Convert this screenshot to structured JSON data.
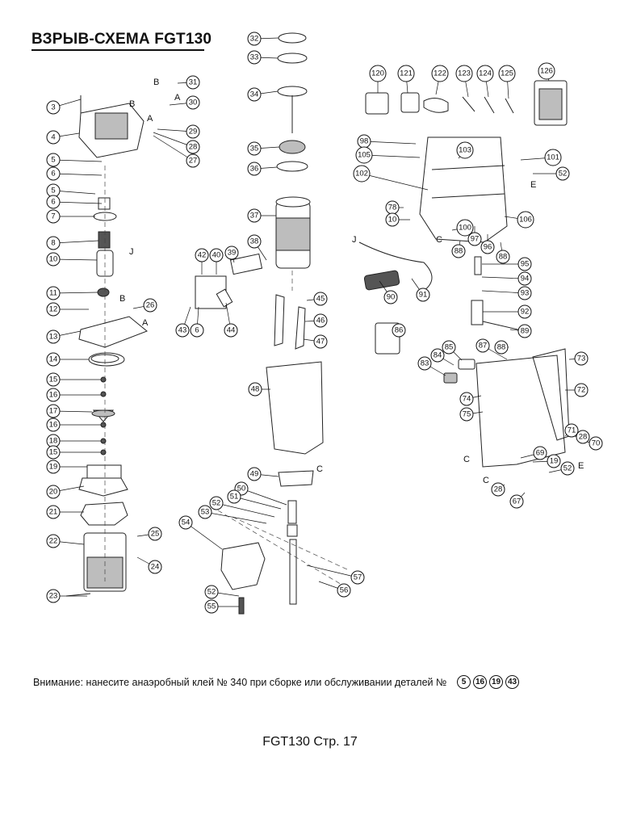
{
  "title": "ВЗРЫВ-СХЕМА FGT130",
  "warning": {
    "text": "Внимание: нанесите анаэробный клей № 340 при сборке или обслуживании деталей №",
    "parts": [
      "5",
      "16",
      "19",
      "43"
    ]
  },
  "footer": "FGT130 Стр. 17",
  "parts": [
    "3",
    "4",
    "5",
    "6",
    "7",
    "8",
    "10",
    "11",
    "12",
    "13",
    "14",
    "15",
    "16",
    "17",
    "18",
    "19",
    "20",
    "21",
    "22",
    "23",
    "24",
    "25",
    "26",
    "27",
    "28",
    "29",
    "30",
    "31",
    "32",
    "33",
    "34",
    "35",
    "36",
    "37",
    "38",
    "39",
    "40",
    "42",
    "43",
    "44",
    "45",
    "46",
    "47",
    "48",
    "49",
    "50",
    "51",
    "52",
    "53",
    "54",
    "55",
    "56",
    "57",
    "67",
    "69",
    "70",
    "71",
    "72",
    "73",
    "74",
    "75",
    "78",
    "83",
    "84",
    "85",
    "86",
    "87",
    "88",
    "89",
    "90",
    "91",
    "92",
    "93",
    "94",
    "95",
    "96",
    "97",
    "98",
    "100",
    "101",
    "102",
    "103",
    "105",
    "106",
    "120",
    "121",
    "122",
    "123",
    "124",
    "125",
    "126"
  ],
  "letter_marks": [
    "A",
    "B",
    "C",
    "E",
    "J"
  ]
}
